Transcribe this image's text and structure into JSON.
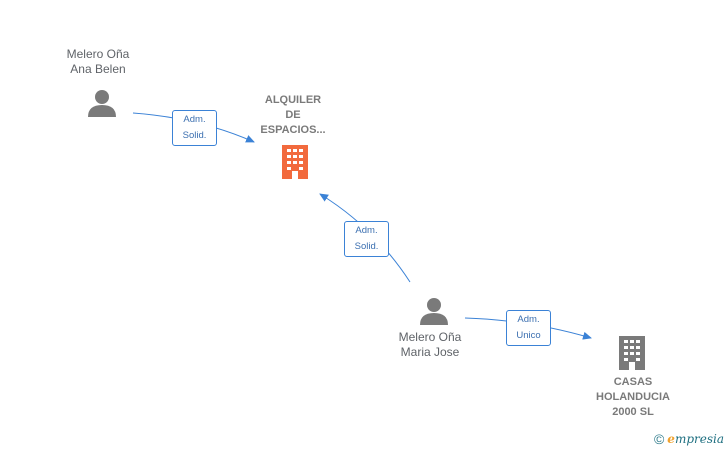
{
  "nodes": {
    "person1": {
      "label": "Melero Oña\nAna Belen",
      "icon": "person-icon"
    },
    "person2": {
      "label": "Melero Oña\nMaria Jose",
      "icon": "person-icon"
    },
    "company_main": {
      "label": "ALQUILER\nDE\nESPACIOS...",
      "icon": "building-icon",
      "color": "#f26a3d"
    },
    "company2": {
      "label": "CASAS\nHOLANDUCIA\n2000 SL",
      "icon": "building-icon",
      "color": "#7a7a7a"
    }
  },
  "relations": {
    "r1": "Adm.\nSolid.",
    "r2": "Adm.\nSolid.",
    "r3": "Adm.\nUnico"
  },
  "colors": {
    "edge": "#3b82d6",
    "person": "#7a7a7a"
  },
  "footer": {
    "copyright_symbol": "©",
    "brand_e": "e",
    "brand_rest": "mpresia"
  }
}
